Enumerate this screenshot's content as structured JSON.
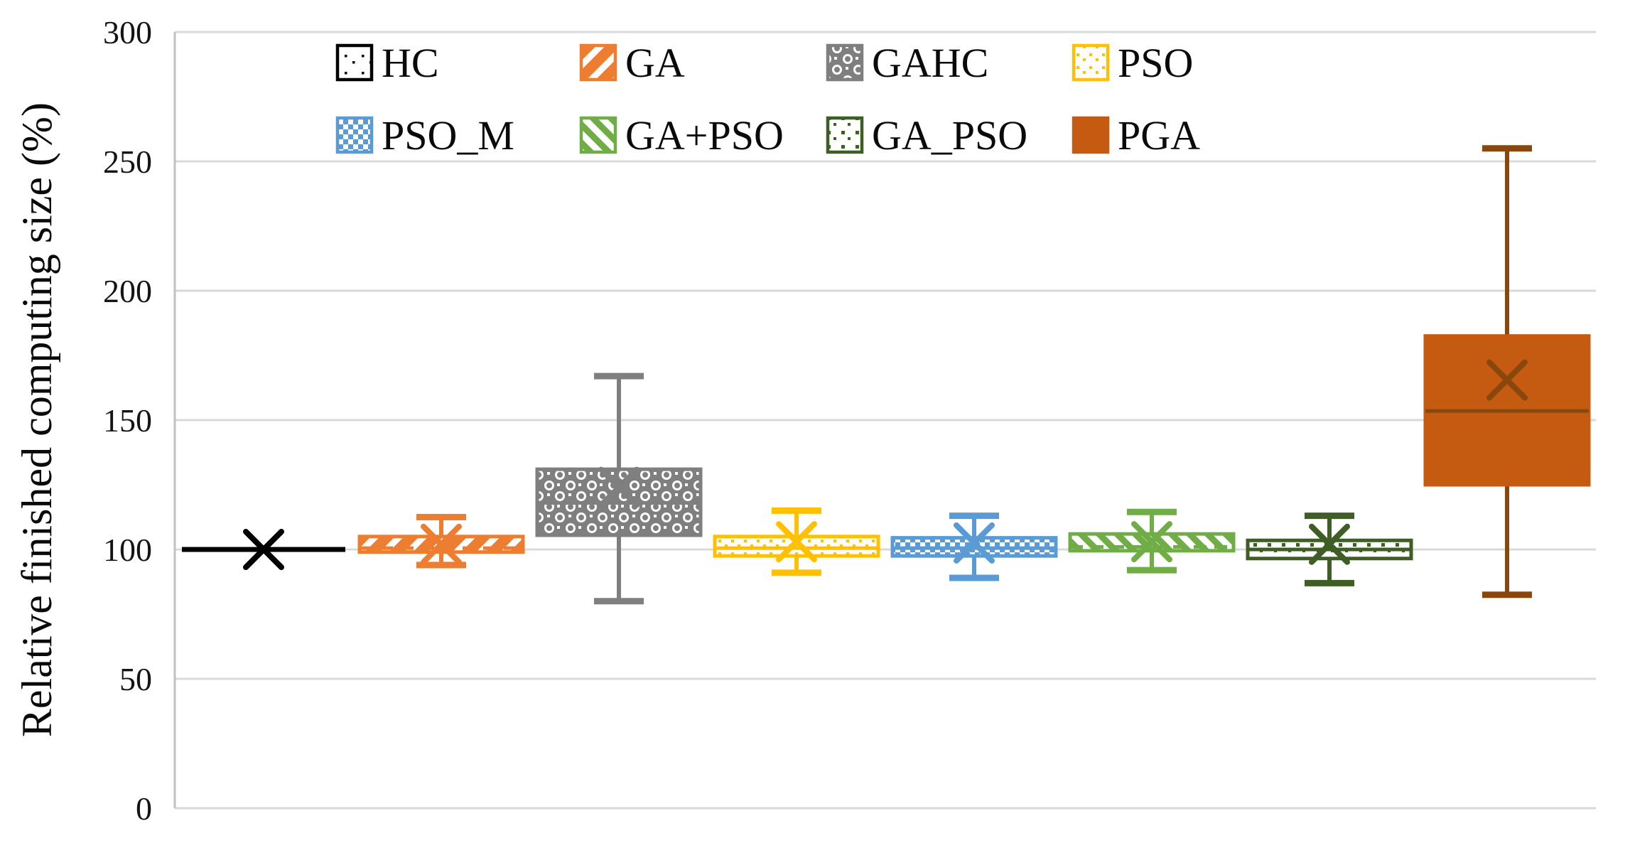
{
  "chart_data": {
    "type": "boxplot",
    "title": "",
    "xlabel": "",
    "ylabel": "Relative finished computing size (%)",
    "ylim": [
      0,
      300
    ],
    "yticks": [
      0,
      50,
      100,
      150,
      200,
      250,
      300
    ],
    "grid": true,
    "gridline_color": "#D9D9D9",
    "axis_line_color": "#C0C0C0",
    "legend_position": "top-inside",
    "legend_rows": [
      [
        "HC",
        "GA",
        "GAHC",
        "PSO"
      ],
      [
        "PSO_M",
        "GA+PSO",
        "GA_PSO",
        "PGA"
      ]
    ],
    "series": [
      {
        "name": "HC",
        "color": "#000000",
        "pattern": "dots-black",
        "whisker_low": 100,
        "q1": 100,
        "median": 100,
        "q3": 100,
        "whisker_high": 100,
        "mean": 100,
        "degenerate": true
      },
      {
        "name": "GA",
        "color": "#ED7D31",
        "pattern": "diag-wide",
        "whisker_low": 94,
        "q1": 99,
        "median": 100.5,
        "q3": 105,
        "whisker_high": 112.5,
        "mean": 102,
        "median_dashed": true
      },
      {
        "name": "GAHC",
        "color": "#7F7F7F",
        "pattern": "rings",
        "whisker_low": 80,
        "q1": 105.5,
        "median": 118,
        "q3": 131,
        "whisker_high": 167,
        "mean": 124
      },
      {
        "name": "PSO",
        "color": "#FFC000",
        "pattern": "dots-gold",
        "whisker_low": 91,
        "q1": 97.5,
        "median": 100.5,
        "q3": 105,
        "whisker_high": 115,
        "mean": 103
      },
      {
        "name": "PSO_M",
        "color": "#5B9BD5",
        "pattern": "checker",
        "whisker_low": 89,
        "q1": 97.5,
        "median": 100.5,
        "q3": 104.5,
        "whisker_high": 113,
        "mean": 102.5
      },
      {
        "name": "GA+PSO",
        "color": "#70AD47",
        "pattern": "diag-thin",
        "whisker_low": 92,
        "q1": 99.5,
        "median": 101,
        "q3": 106,
        "whisker_high": 114.5,
        "mean": 103,
        "median_dashed": true
      },
      {
        "name": "GA_PSO",
        "color": "#3E5E26",
        "pattern": "dots-square",
        "whisker_low": 87,
        "q1": 96.5,
        "median": 100,
        "q3": 103.5,
        "whisker_high": 113,
        "mean": 102
      },
      {
        "name": "PGA",
        "color": "#C55A11",
        "dark_color": "#8A470D",
        "pattern": "solid",
        "whisker_low": 82.5,
        "q1": 125,
        "median": 153.5,
        "q3": 182.5,
        "whisker_high": 255,
        "mean": 165.5
      }
    ]
  }
}
